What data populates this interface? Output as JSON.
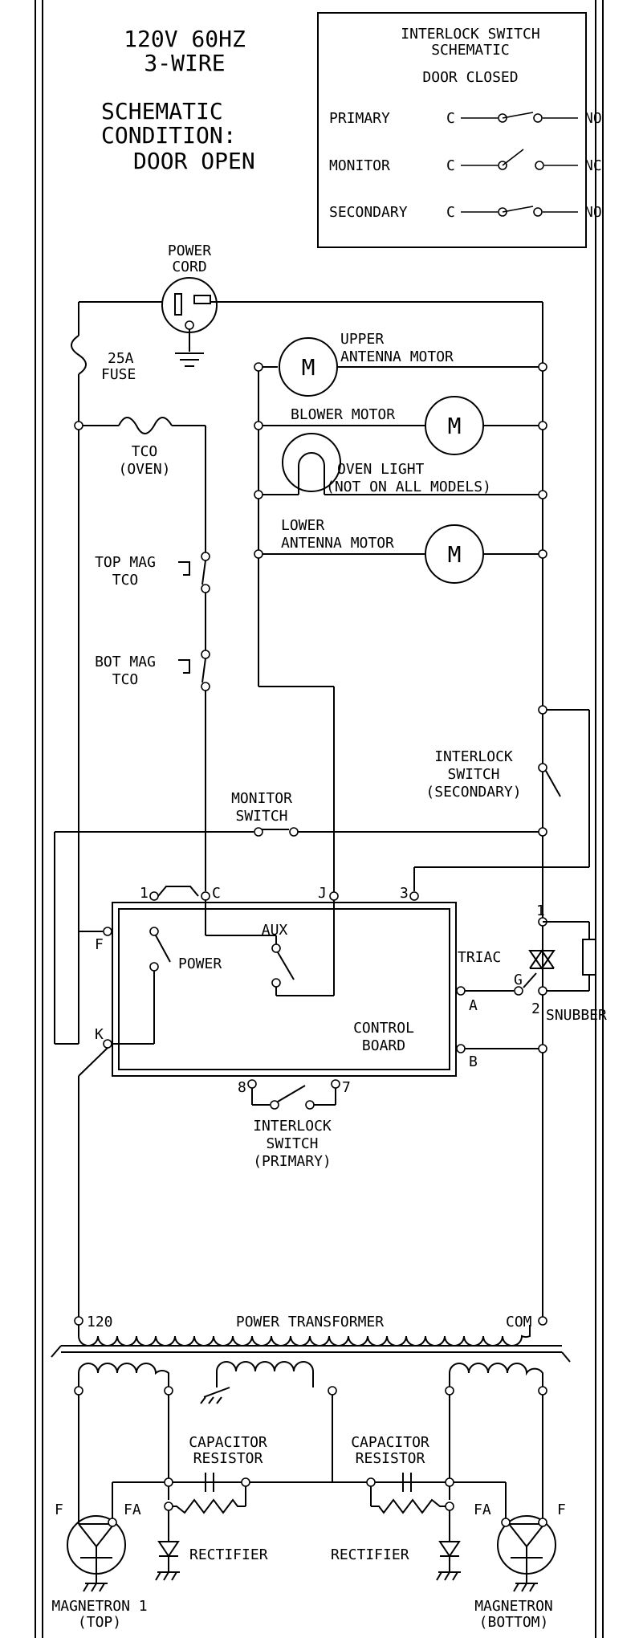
{
  "supply": {
    "line1": "120V 60HZ",
    "line2": "3-WIRE"
  },
  "condition": {
    "line1": "SCHEMATIC",
    "line2": "CONDITION:",
    "line3": "DOOR OPEN"
  },
  "legend": {
    "title1": "INTERLOCK SWITCH",
    "title2": "SCHEMATIC",
    "subtitle": "DOOR CLOSED",
    "rows": [
      {
        "name": "PRIMARY",
        "common": "C",
        "state": "NO"
      },
      {
        "name": "MONITOR",
        "common": "C",
        "state": "NC"
      },
      {
        "name": "SECONDARY",
        "common": "C",
        "state": "NO"
      }
    ]
  },
  "labels": {
    "power_cord1": "POWER",
    "power_cord2": "CORD",
    "fuse1": "25A",
    "fuse2": "FUSE",
    "tco_oven1": "TCO",
    "tco_oven2": "(OVEN)",
    "top_mag1": "TOP MAG",
    "top_mag2": "TCO",
    "bot_mag1": "BOT MAG",
    "bot_mag2": "TCO",
    "upper_antenna1": "UPPER",
    "upper_antenna2": "ANTENNA MOTOR",
    "blower": "BLOWER MOTOR",
    "oven_light1": "OVEN LIGHT",
    "oven_light2": "(NOT ON ALL MODELS)",
    "lower_antenna1": "LOWER",
    "lower_antenna2": "ANTENNA MOTOR",
    "motor_symbol": "M",
    "interlock_sec1": "INTERLOCK",
    "interlock_sec2": "SWITCH",
    "interlock_sec3": "(SECONDARY)",
    "monitor1": "MONITOR",
    "monitor2": "SWITCH",
    "triac": "TRIAC",
    "snubber": "SNUBBER",
    "power": "POWER",
    "aux": "AUX",
    "control1": "CONTROL",
    "control2": "BOARD",
    "interlock_pri1": "INTERLOCK",
    "interlock_pri2": "SWITCH",
    "interlock_pri3": "(PRIMARY)",
    "transformer": "POWER TRANSFORMER",
    "tap_120": "120",
    "tap_com": "COM",
    "cap_res_l1": "CAPACITOR",
    "cap_res_l2": "RESISTOR",
    "cap_res_r1": "CAPACITOR",
    "cap_res_r2": "RESISTOR",
    "rectifier_l": "RECTIFIER",
    "rectifier_r": "RECTIFIER",
    "magnetron1_1": "MAGNETRON 1",
    "magnetron1_2": "(TOP)",
    "magnetron2_1": "MAGNETRON",
    "magnetron2_2": "(BOTTOM)"
  },
  "pins": {
    "p1": "1",
    "pc": "C",
    "pj": "J",
    "p3": "3",
    "pf": "F",
    "pk": "K",
    "pa": "A",
    "pb": "B",
    "pg": "G",
    "t1": "1",
    "t2": "2",
    "p8": "8",
    "p7": "7",
    "fl": "F",
    "fal": "FA",
    "far": "FA",
    "fr": "F"
  }
}
